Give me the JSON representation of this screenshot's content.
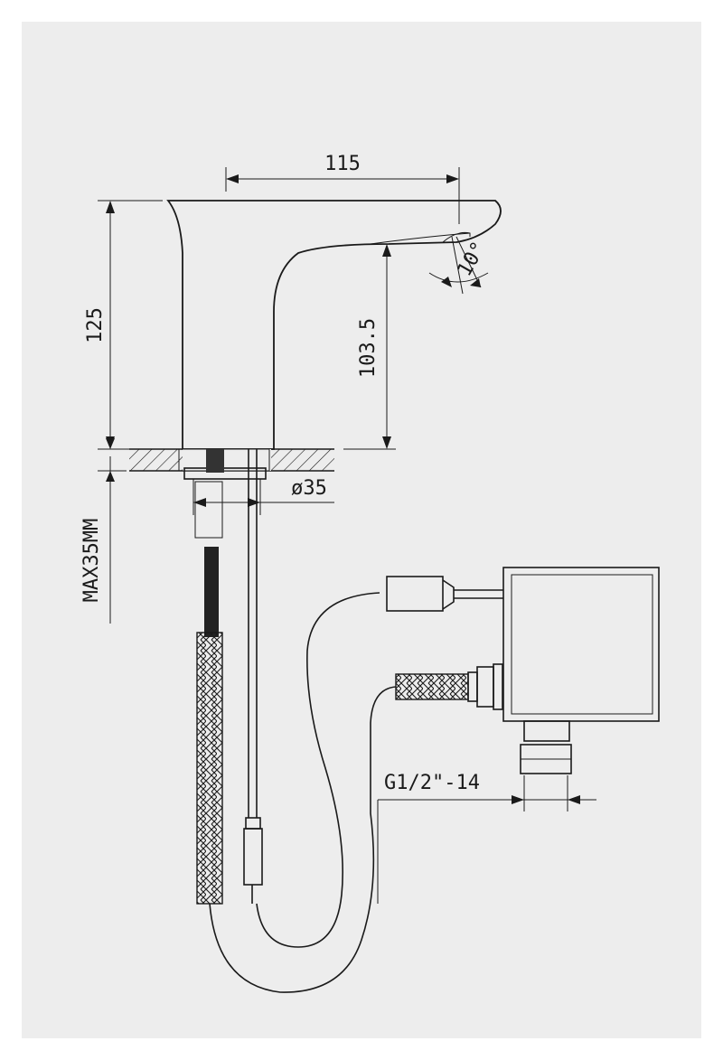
{
  "colors": {
    "background": "#ededed",
    "line": "#1a1a1a",
    "outer": "#ffffff"
  },
  "dimensions": {
    "spout_length": "115",
    "total_height": "125",
    "spout_height": "103.5",
    "spray_angle": "10°",
    "base_diameter": "ø35",
    "deck_thickness": "MAX35MM",
    "inlet_thread": "G1/2\"-14"
  }
}
